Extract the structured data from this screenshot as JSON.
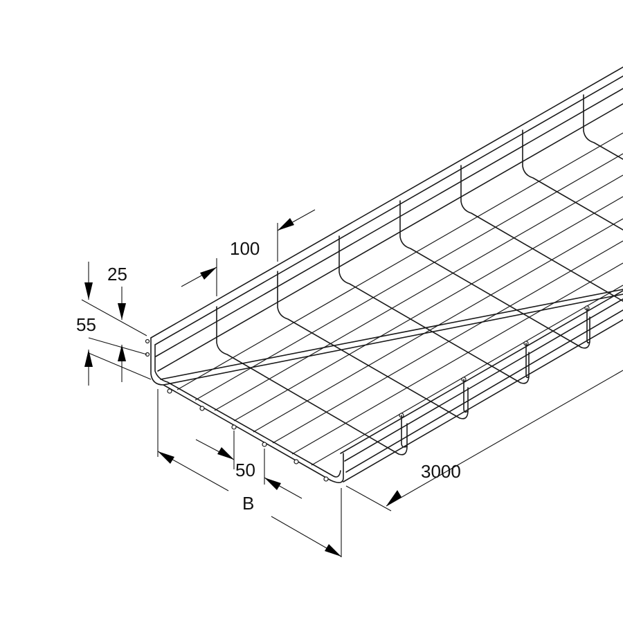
{
  "drawing": {
    "subject": "wire mesh cable tray",
    "dimensions": {
      "mesh_length": "100",
      "side_upper": "25",
      "height": "55",
      "mesh_width": "50",
      "width": "B",
      "length": "3000"
    }
  }
}
